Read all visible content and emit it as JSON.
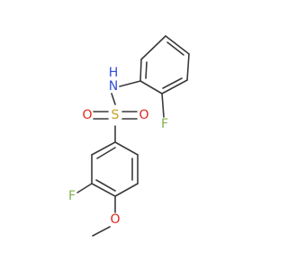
{
  "molecule": {
    "colors": {
      "bond": "#3a3a3a",
      "fluorine": "#7fb24a",
      "nitrogen": "#3050d8",
      "oxygen": "#e0251b",
      "sulfur": "#c8a020"
    },
    "atoms": {
      "nh": {
        "element": "N",
        "label": "N",
        "h": "H"
      },
      "s": {
        "element": "S",
        "label": "S"
      },
      "o_left": {
        "element": "O",
        "label": "O"
      },
      "o_right": {
        "element": "O",
        "label": "O"
      },
      "f_top": {
        "element": "F",
        "label": "F"
      },
      "f_bottom": {
        "element": "F",
        "label": "F"
      },
      "o_methoxy": {
        "element": "O",
        "label": "O"
      }
    }
  }
}
